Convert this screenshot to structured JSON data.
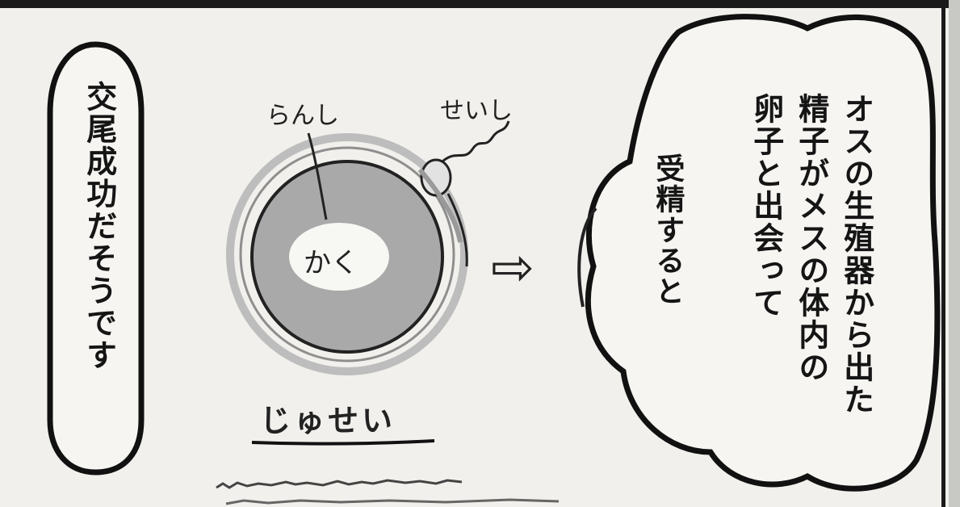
{
  "left_bubble": {
    "text": "交尾成功だそうです"
  },
  "diagram": {
    "label_egg": "らんし",
    "label_sperm": "せいし",
    "label_nucleus": "かく",
    "caption": "じゅせい",
    "arrow": "⇨"
  },
  "right_bubble": {
    "lines": [
      "オスの生殖器から出た",
      "精子がメスの体内の",
      "卵子と出会って"
    ],
    "inner": "受精すると"
  }
}
